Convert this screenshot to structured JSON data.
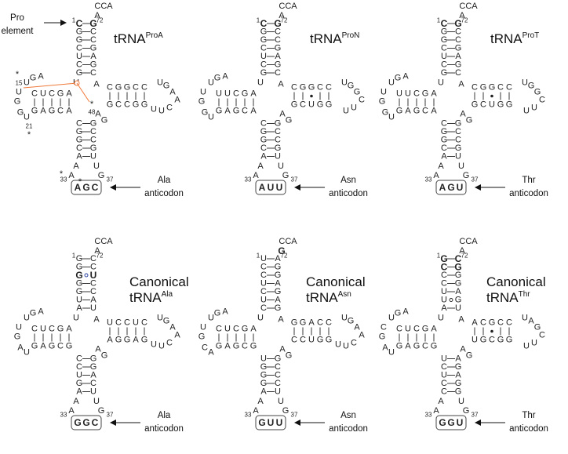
{
  "colors": {
    "red": "#e31a1c",
    "blue": "#1f3a9e",
    "magenta": "#d400b0",
    "green": "#2eaa4a",
    "orange": "#f07a3a",
    "black": "#222222"
  },
  "pro_element_label": [
    "Pro",
    "element"
  ],
  "panels": [
    {
      "title": {
        "main": "tRNA",
        "sup": "ProA"
      },
      "acceptor_tail": [
        "C",
        "C",
        "A"
      ],
      "discriminator": "A",
      "acceptor": [
        [
          "C",
          "G",
          "red"
        ],
        [
          "G",
          "C"
        ],
        [
          "G",
          "C"
        ],
        [
          "C",
          "G"
        ],
        [
          "U",
          "A"
        ],
        [
          "C",
          "G"
        ],
        [
          "G",
          "C"
        ]
      ],
      "d_loop_text": {
        "row1": "CUCGA",
        "loop": "UGA",
        "loopB": "GG",
        "row2": "GAGCA",
        "left": [
          "U",
          "G",
          "G",
          "U"
        ]
      },
      "t_loop_text": {
        "row1": "CGGCC",
        "row2": "GCCGG",
        "loop": [
          "U",
          "G",
          "A",
          "A",
          "C",
          "U",
          "U"
        ]
      },
      "anticodon_stem": [
        [
          "C",
          "G"
        ],
        [
          "G",
          "C"
        ],
        [
          "G",
          "C"
        ],
        [
          "C",
          "G"
        ],
        [
          "A",
          "U"
        ]
      ],
      "anticodon": [
        "A",
        "G",
        "C"
      ],
      "anticodon_color": "blue",
      "anticodon_label": [
        "Ala",
        "anticodon"
      ],
      "has_markers": true
    },
    {
      "title": {
        "main": "tRNA",
        "sup": "ProN"
      },
      "acceptor_tail": [
        "C",
        "C",
        "A"
      ],
      "discriminator": "A",
      "acceptor": [
        [
          "C",
          "G",
          "red"
        ],
        [
          "G",
          "C"
        ],
        [
          "G",
          "C"
        ],
        [
          "C",
          "G"
        ],
        [
          "U",
          "A"
        ],
        [
          "C",
          "G"
        ],
        [
          "G",
          "C"
        ]
      ],
      "d_loop_text": {
        "row1": "UUCGA",
        "loop": "UGA",
        "loopB": "GG",
        "row2": "GAGCA",
        "left": [
          "U",
          "G",
          "G",
          "U"
        ]
      },
      "t_loop_text": {
        "row1": "CGGCC",
        "row2": "GCUGG",
        "loop": [
          "U",
          "G",
          "G",
          "C",
          "U",
          "U"
        ]
      },
      "anticodon_stem": [
        [
          "C",
          "G"
        ],
        [
          "G",
          "C"
        ],
        [
          "G",
          "C"
        ],
        [
          "C",
          "G"
        ],
        [
          "A",
          "U"
        ]
      ],
      "anticodon": [
        "A",
        "U",
        "U"
      ],
      "anticodon_color": "magenta",
      "anticodon_label": [
        "Asn",
        "anticodon"
      ],
      "has_markers": false
    },
    {
      "title": {
        "main": "tRNA",
        "sup": "ProT"
      },
      "acceptor_tail": [
        "C",
        "C",
        "A"
      ],
      "discriminator": "A",
      "acceptor": [
        [
          "C",
          "G",
          "red"
        ],
        [
          "G",
          "C"
        ],
        [
          "G",
          "C"
        ],
        [
          "C",
          "G"
        ],
        [
          "U",
          "A"
        ],
        [
          "C",
          "G"
        ],
        [
          "G",
          "C"
        ]
      ],
      "d_loop_text": {
        "row1": "UUCGA",
        "loop": "UGA",
        "loopB": "GG",
        "row2": "GAGCA",
        "left": [
          "U",
          "G",
          "G",
          "U"
        ]
      },
      "t_loop_text": {
        "row1": "CGGCC",
        "row2": "GCUGG",
        "loop": [
          "U",
          "G",
          "G",
          "C",
          "U",
          "U"
        ]
      },
      "anticodon_stem": [
        [
          "C",
          "G"
        ],
        [
          "G",
          "C"
        ],
        [
          "G",
          "C"
        ],
        [
          "C",
          "G"
        ],
        [
          "A",
          "U"
        ]
      ],
      "anticodon": [
        "A",
        "G",
        "U"
      ],
      "anticodon_color": "green",
      "anticodon_label": [
        "Thr",
        "anticodon"
      ],
      "has_markers": false
    },
    {
      "title": {
        "main": "Canonical",
        "line2": "tRNA",
        "sup": "Ala"
      },
      "acceptor_tail": [
        "C",
        "C",
        "A"
      ],
      "discriminator": "A",
      "acceptor": [
        [
          "G",
          "C"
        ],
        [
          "G",
          "C"
        ],
        [
          "G",
          "U",
          "blue"
        ],
        [
          "G",
          "C"
        ],
        [
          "G",
          "C"
        ],
        [
          "U",
          "A"
        ],
        [
          "A",
          "U"
        ]
      ],
      "d_loop_text": {
        "row1": "CUCGA",
        "loop": "UGA",
        "loopB": "GG",
        "row2": "GAGCG",
        "left": [
          "U",
          "G",
          "A",
          "U"
        ]
      },
      "t_loop_text": {
        "row1": "UCCUC",
        "row2": "AGGAG",
        "loop": [
          "U",
          "G",
          "A",
          "A",
          "C",
          "U",
          "U"
        ]
      },
      "anticodon_stem": [
        [
          "C",
          "G"
        ],
        [
          "C",
          "G"
        ],
        [
          "U",
          "A"
        ],
        [
          "G",
          "C"
        ],
        [
          "A",
          "U"
        ]
      ],
      "anticodon": [
        "G",
        "G",
        "C"
      ],
      "anticodon_color": "blue",
      "anticodon_label": [
        "Ala",
        "anticodon"
      ],
      "has_markers": false
    },
    {
      "title": {
        "main": "Canonical",
        "line2": "tRNA",
        "sup": "Asn"
      },
      "acceptor_tail": [
        "C",
        "C",
        "A"
      ],
      "discriminator": "G",
      "acceptor": [
        [
          "U",
          "A"
        ],
        [
          "C",
          "G"
        ],
        [
          "C",
          "G"
        ],
        [
          "U",
          "A"
        ],
        [
          "C",
          "G"
        ],
        [
          "U",
          "A"
        ],
        [
          "C",
          "G"
        ]
      ],
      "d_loop_text": {
        "row1": "CUCGA",
        "loop": "UGA",
        "loopB": "GG",
        "row2": "GAGCG",
        "left": [
          "U",
          "G",
          "C",
          "A"
        ]
      },
      "t_loop_text": {
        "row1": "GGACC",
        "row2": "CCUGG",
        "loop": [
          "U",
          "G",
          "A",
          "A",
          "C",
          "U",
          "U"
        ]
      },
      "anticodon_stem": [
        [
          "U",
          "G"
        ],
        [
          "G",
          "C"
        ],
        [
          "G",
          "C"
        ],
        [
          "G",
          "C"
        ],
        [
          "A",
          "U"
        ]
      ],
      "anticodon": [
        "G",
        "U",
        "U"
      ],
      "anticodon_color": "magenta",
      "anticodon_label": [
        "Asn",
        "anticodon"
      ],
      "has_markers": false
    },
    {
      "title": {
        "main": "Canonical",
        "line2": "tRNA",
        "sup": "Thr"
      },
      "acceptor_tail": [
        "C",
        "C",
        "A"
      ],
      "discriminator": "A",
      "acceptor": [
        [
          "G",
          "C",
          "green"
        ],
        [
          "C",
          "G",
          "green"
        ],
        [
          "C",
          "G"
        ],
        [
          "C",
          "G"
        ],
        [
          "U",
          "A"
        ],
        [
          "U",
          "G"
        ],
        [
          "A",
          "U"
        ]
      ],
      "d_loop_text": {
        "row1": "CUCGA",
        "loop": "UGA",
        "loopB": "GG",
        "row2": "GAGCG",
        "left": [
          "C",
          "G",
          "A",
          "U"
        ]
      },
      "t_loop_text": {
        "row1": "ACGCC",
        "row2": "UGCGG",
        "loop": [
          "U",
          "A",
          "G",
          "C",
          "U",
          "U"
        ]
      },
      "anticodon_stem": [
        [
          "U",
          "A"
        ],
        [
          "C",
          "G"
        ],
        [
          "U",
          "A"
        ],
        [
          "C",
          "G"
        ],
        [
          "C",
          "G"
        ]
      ],
      "anticodon": [
        "G",
        "G",
        "U"
      ],
      "anticodon_color": "green",
      "anticodon_label": [
        "Thr",
        "anticodon"
      ],
      "has_markers": false
    }
  ]
}
